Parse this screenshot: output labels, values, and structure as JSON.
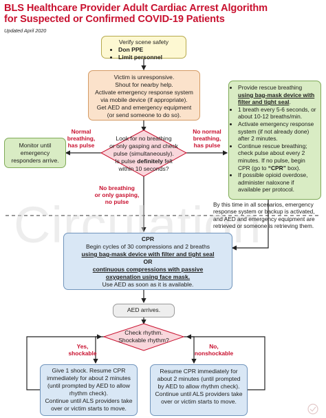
{
  "title_line1": "BLS Healthcare Provider Adult Cardiac Arrest Algorithm",
  "title_line2": "for Suspected or Confirmed COVID-19 Patients",
  "updated": "Updated April 2020",
  "watermark_text": "Circulation",
  "colors": {
    "title_red": "#c8102e",
    "yellow": "#fdf8d2",
    "orange": "#fbe2cb",
    "green": "#d9ecc4",
    "blue": "#d9e7f5"
  },
  "scene": {
    "line1": "Verify scene safety",
    "item1": "Don PPE",
    "item2": "Limit personnel"
  },
  "unresp": {
    "line1": "Victim is unresponsive.",
    "line2": "Shout for nearby help.",
    "line3": "Activate emergency response system",
    "line4": "via mobile device (if appropriate).",
    "line5": "Get AED and emergency equipment",
    "line6": "(or send someone to do so)."
  },
  "check": {
    "line1": "Look for no breathing",
    "line2": "or only gasping and check",
    "line3": "pulse (simultaneously).",
    "line4a": "Is pulse ",
    "line4b": "definitely",
    "line4c": " felt",
    "line5": "within 10 seconds?"
  },
  "label_normal": {
    "line1": "Normal",
    "line2": "breathing,",
    "line3": "has pulse"
  },
  "label_no_normal": {
    "line1": "No normal",
    "line2": "breathing,",
    "line3": "has pulse"
  },
  "label_no_breathing": {
    "line1": "No breathing",
    "line2": "or only gasping,",
    "line3": "no pulse"
  },
  "monitor": {
    "line1": "Monitor until",
    "line2": "emergency",
    "line3": "responders arrive."
  },
  "rescue": {
    "b1a": "Provide rescue breathing ",
    "b1b": "using bag-mask device with filter and tight seal",
    "b1c": ".",
    "b2": "1 breath every 5-6 seconds, or about 10-12 breaths/min.",
    "b3": "Activate emergency response system (if not already done) after 2 minutes.",
    "b4a": "Continue rescue breathing; check pulse about every 2 minutes. If no pulse, begin CPR (go to ",
    "b4b": "“CPR”",
    "b4c": " box).",
    "b5": "If possible opioid overdose, administer naloxone if available per protocol."
  },
  "note": {
    "line1": "By this time in all scenarios, emergency",
    "line2": "response system or backup is activated,",
    "line3": "and AED and emergency equipment are",
    "line4": "retrieved or someone is retrieving them."
  },
  "cpr": {
    "title": "CPR",
    "line1": "Begin cycles of 30 compressions and 2 breaths",
    "line2": "using bag-mask device with filter and tight seal",
    "line3": "OR",
    "line4": "continuous compressions with passive",
    "line5": "oxygenation using face mask.",
    "line6": "Use AED as soon as it is available."
  },
  "aed": {
    "label": "AED arrives."
  },
  "rhythm": {
    "line1": "Check rhythm.",
    "line2": "Shockable rhythm?"
  },
  "label_yes": {
    "line1": "Yes,",
    "line2": "shockable"
  },
  "label_no": {
    "line1": "No,",
    "line2": "nonshockable"
  },
  "shock": {
    "line1": "Give 1 shock. Resume CPR",
    "line2": "immediately for about 2 minutes",
    "line3": "(until prompted by AED to allow",
    "line4": "rhythm check).",
    "line5": "Continue until ALS providers take",
    "line6": "over or victim starts to move."
  },
  "resume": {
    "line1": "Resume CPR immediately for",
    "line2": "about 2 minutes (until prompted",
    "line3": "by AED to allow rhythm check).",
    "line4": "Continue until ALS providers take",
    "line5": "over or victim starts to move."
  }
}
